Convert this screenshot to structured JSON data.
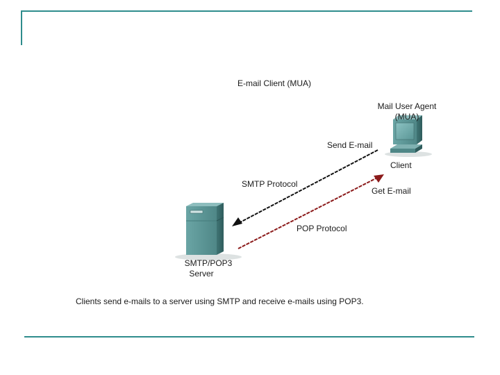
{
  "title": "E-mail Client (MUA)",
  "client": {
    "label_line1": "Mail User Agent",
    "label_line2": "(MUA)",
    "caption": "Client"
  },
  "server": {
    "caption_line1": "SMTP/POP3",
    "caption_line2": "Server"
  },
  "arrows": {
    "send_label": "Send E-mail",
    "smtp_label": "SMTP Protocol",
    "get_label": "Get E-mail",
    "pop_label": "POP Protocol"
  },
  "caption": "Clients send e-mails to a server using SMTP and receive e-mails using POP3.",
  "colors": {
    "frame": "#2e8c8c",
    "send_arrow": "#111111",
    "get_arrow": "#8b1a1a",
    "device": "#5f9c9c"
  },
  "icons": {
    "client": "computer-icon",
    "server": "server-tower-icon"
  }
}
